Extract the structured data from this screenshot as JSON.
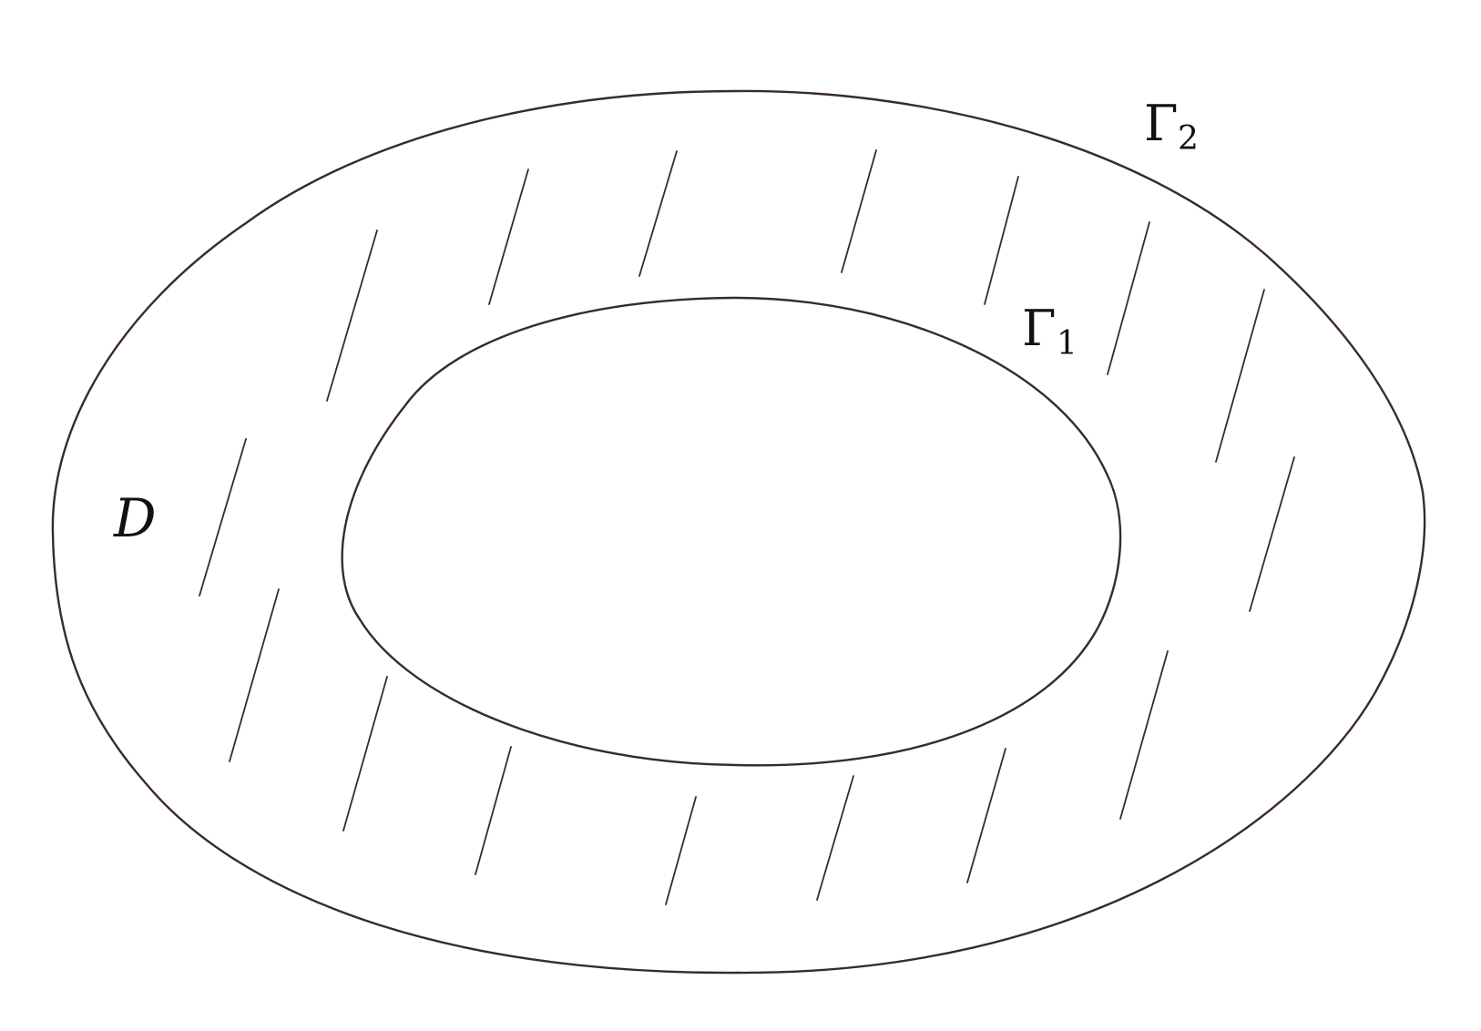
{
  "labels": {
    "region": "D",
    "outer_curve": "Γ",
    "outer_curve_subscript": "2",
    "inner_curve": "Γ",
    "inner_curve_subscript": "1"
  },
  "colors": {
    "stroke": "#3a2a2c",
    "text": "#111111",
    "background": "#ffffff"
  }
}
